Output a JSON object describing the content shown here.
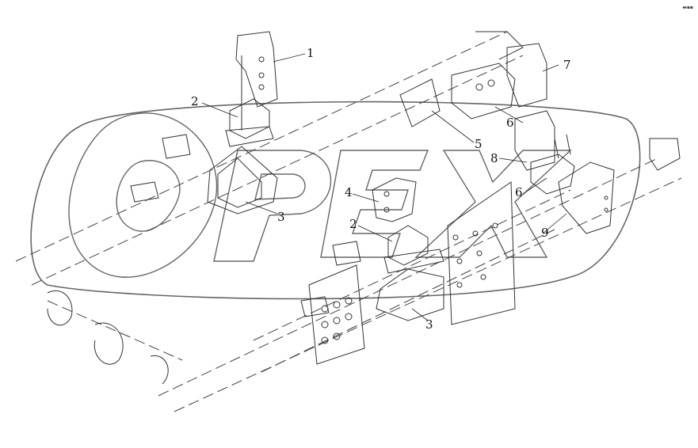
{
  "watermark": {
    "text": "OPEX"
  },
  "corner_mark": "▬▪▪",
  "callouts": [
    {
      "id": "c1a",
      "label": "1",
      "part": "upper-engine-bracket"
    },
    {
      "id": "c2a",
      "label": "2",
      "part": "rubber-mount"
    },
    {
      "id": "c3a",
      "label": "3",
      "part": "frame-bracket"
    },
    {
      "id": "c4",
      "label": "4",
      "part": "front-bracket"
    },
    {
      "id": "c2b",
      "label": "2",
      "part": "rubber-mount"
    },
    {
      "id": "c3b",
      "label": "3",
      "part": "frame-bracket"
    },
    {
      "id": "c5",
      "label": "5",
      "part": "crossmember-plate"
    },
    {
      "id": "c6a",
      "label": "6",
      "part": "rear-rubber-mount"
    },
    {
      "id": "c7",
      "label": "7",
      "part": "rear-bracket"
    },
    {
      "id": "c8",
      "label": "8",
      "part": "bracket-8"
    },
    {
      "id": "c6b",
      "label": "6",
      "part": "rear-rubber-mount"
    },
    {
      "id": "c9",
      "label": "9",
      "part": "rear-frame-bracket"
    }
  ]
}
